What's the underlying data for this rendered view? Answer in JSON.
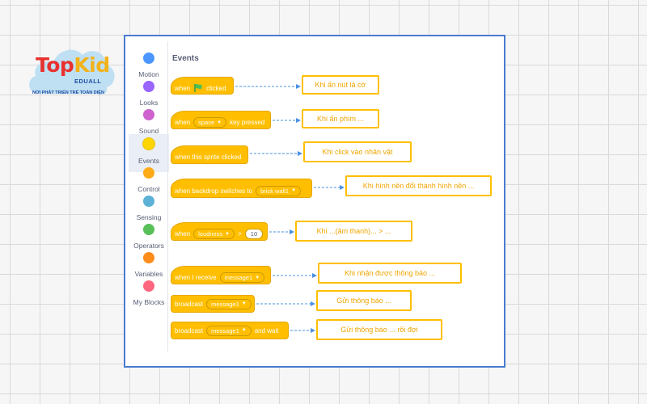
{
  "logo": {
    "brand_top": "Top",
    "brand_kid": "Kid",
    "brand_sub": "EDUALL",
    "tagline": "NƠI PHÁT TRIỂN TRẺ TOÀN DIỆN"
  },
  "sidebar": {
    "categories": [
      {
        "label": "Motion",
        "color": "#4c97ff"
      },
      {
        "label": "Looks",
        "color": "#9966ff"
      },
      {
        "label": "Sound",
        "color": "#cf63cf"
      },
      {
        "label": "Events",
        "color": "#ffd500",
        "selected": true
      },
      {
        "label": "Control",
        "color": "#ffab19"
      },
      {
        "label": "Sensing",
        "color": "#5cb1d6"
      },
      {
        "label": "Operators",
        "color": "#59c059"
      },
      {
        "label": "Variables",
        "color": "#ff8c1a"
      },
      {
        "label": "My Blocks",
        "color": "#ff6680"
      }
    ]
  },
  "palette": {
    "title": "Events"
  },
  "blocks": {
    "flag": {
      "pre": "when",
      "post": "clicked"
    },
    "key": {
      "pre": "when",
      "dropdown": "space",
      "post": "key pressed"
    },
    "sprite": {
      "text": "when this sprite clicked"
    },
    "backdrop": {
      "pre": "when backdrop switches to",
      "dropdown": "brick wall1"
    },
    "loudness": {
      "pre": "when",
      "dropdown": "loudness",
      "op": ">",
      "value": "10"
    },
    "receive": {
      "pre": "when I receive",
      "dropdown": "message1"
    },
    "broadcast": {
      "pre": "broadcast",
      "dropdown": "message1"
    },
    "broadcast_wait": {
      "pre": "broadcast",
      "dropdown": "message1",
      "post": "and wait"
    }
  },
  "annotations": {
    "flag": "Khi ấn nút lá cờ",
    "key": "Khi ấn phím ...",
    "sprite": "Khi click vào nhân vật",
    "backdrop": "Khi hình nền đổi thành hình nền ...",
    "loudness": "Khi ...(âm thanh)... > ...",
    "receive": "Khi nhận được thông báo ...",
    "broadcast": "Gửi thông báo ...",
    "broadcast_wait": "Gửi thông báo ... rồi đợi"
  },
  "colors": {
    "events_block": "#ffbf00",
    "frame_border": "#4a7bd0",
    "arrow": "#4a90e2",
    "flag": "#4cbf56"
  }
}
